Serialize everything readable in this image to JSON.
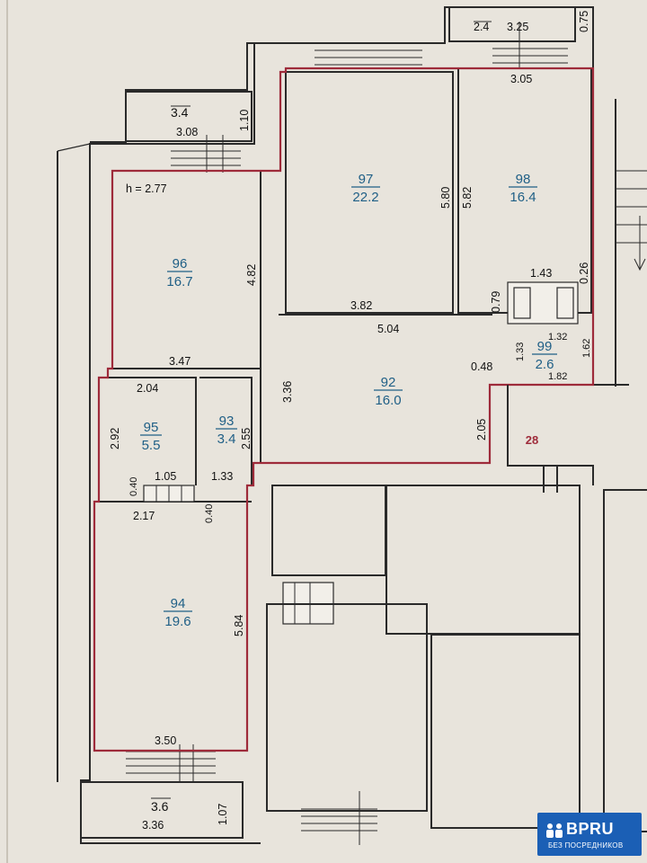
{
  "ceiling_height": "h = 2.77",
  "rooms": [
    {
      "id": "96",
      "number": "96",
      "area": "16.7"
    },
    {
      "id": "97",
      "number": "97",
      "area": "22.2"
    },
    {
      "id": "98",
      "number": "98",
      "area": "16.4"
    },
    {
      "id": "92",
      "number": "92",
      "area": "16.0"
    },
    {
      "id": "99",
      "number": "99",
      "area": "2.6"
    },
    {
      "id": "95",
      "number": "95",
      "area": "5.5"
    },
    {
      "id": "93",
      "number": "93",
      "area": "3.4"
    },
    {
      "id": "94",
      "number": "94",
      "area": "19.6"
    }
  ],
  "balconies": [
    {
      "id": "top",
      "area": "2.4",
      "width": "3.25",
      "depth": "0.75"
    },
    {
      "id": "upper-left",
      "area": "3.4",
      "width": "3.08",
      "depth": "1.10"
    },
    {
      "id": "bottom",
      "area": "3.6",
      "width": "3.36",
      "depth": "1.07"
    }
  ],
  "dimensions": {
    "d305": "3.05",
    "d580": "5.80",
    "d582": "5.82",
    "d482": "4.82",
    "d347": "3.47",
    "d382": "3.82",
    "d504": "5.04",
    "d143": "1.43",
    "d026": "0.26",
    "d079": "0.79",
    "d132": "1.32",
    "d133": "1.33",
    "d162": "1.62",
    "d182": "1.82",
    "d048": "0.48",
    "d336": "3.36",
    "d205": "2.05",
    "d204": "2.04",
    "d292": "2.92",
    "d255": "2.55",
    "d040a": "0.40",
    "d105": "1.05",
    "d133b": "1.33",
    "d040b": "0.40",
    "d217": "2.17",
    "d584": "5.84",
    "d350": "3.50"
  },
  "neighbor_marker": "28",
  "logo": {
    "name": "BPRU",
    "tagline": "БЕЗ ПОСРЕДНИКОВ",
    "color": "#1b5fb5"
  },
  "colors": {
    "apartment_outline": "#9e2b3a",
    "room_labels": "#1f5f86",
    "paper": "#e8e4dc"
  }
}
